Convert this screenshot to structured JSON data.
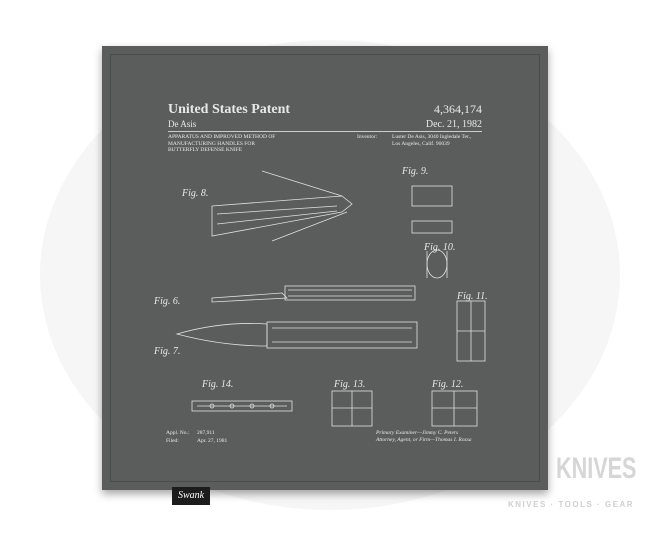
{
  "patent": {
    "title": "United States Patent",
    "number": "4,364,174",
    "inventor_short": "De Asis",
    "date": "Dec. 21, 1982",
    "description": "APPARATUS AND IMPROVED METHOD OF\nMANUFACTURING HANDLES FOR\nBUTTERFLY DEFENSE KNIFE",
    "inventor_label": "Inventor:",
    "inventor_full": "Luster De Asis, 3040 Ingledale Ter.,\nLos Angeles, Calif. 90039",
    "appl_label": "Appl. No.:",
    "appl_no": "287,911",
    "filed_label": "Filed:",
    "filed": "Apr. 27, 1981",
    "examiners": "Primary Examiner—Jimmy C. Peters\nAttorney, Agent, or Firm—Thomas I. Rozsa"
  },
  "figures": [
    "Fig. 8.",
    "Fig. 9.",
    "Fig. 10.",
    "Fig. 6.",
    "Fig. 7.",
    "Fig. 11.",
    "Fig. 14.",
    "Fig. 13.",
    "Fig. 12."
  ],
  "label_tag": "Swank",
  "watermark": {
    "main": "KNIVES",
    "sub": "KNIVES · TOOLS · GEAR"
  }
}
